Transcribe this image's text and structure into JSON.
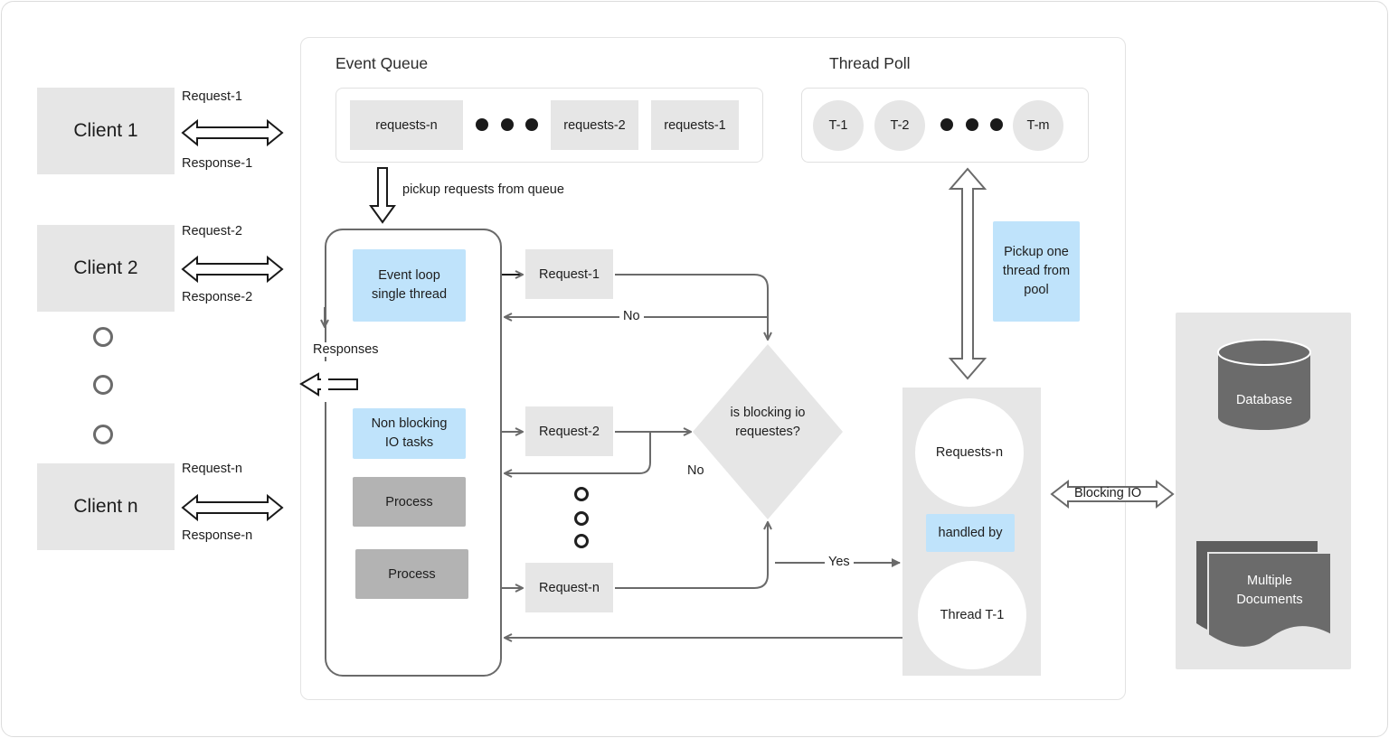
{
  "clients": [
    {
      "label": "Client 1",
      "request": "Request-1",
      "response": "Response-1"
    },
    {
      "label": "Client 2",
      "request": "Request-2",
      "response": "Response-2"
    },
    {
      "label": "Client n",
      "request": "Request-n",
      "response": "Response-n"
    }
  ],
  "event_queue": {
    "title": "Event Queue",
    "items": [
      "requests-n",
      "requests-2",
      "requests-1"
    ]
  },
  "thread_pool": {
    "title": "Thread Poll",
    "threads": [
      "T-1",
      "T-2",
      "T-m"
    ]
  },
  "pickup_label": "pickup requests from queue",
  "responses_label": "Responses",
  "event_loop": {
    "thread_label": "Event loop single thread",
    "non_blocking_label": "Non blocking IO tasks",
    "process_1": "Process",
    "process_2": "Process"
  },
  "requests": [
    "Request-1",
    "Request-2",
    "Request-n"
  ],
  "decision": {
    "question": "is blocking io requestes?",
    "no_label_1": "No",
    "no_label_2": "No",
    "yes_label": "Yes"
  },
  "pickup_thread_label": "Pickup one thread from pool",
  "handler": {
    "request": "Requests-n",
    "handled_by": "handled by",
    "thread": "Thread T-1"
  },
  "blocking_io_label": "Blocking IO",
  "storage": {
    "database": "Database",
    "documents": "Multiple Documents"
  },
  "colors": {
    "gray_box": "#e6e6e6",
    "dark_box": "#b3b3b3",
    "blue_box": "#bfe3fb",
    "storage_shape": "#6b6b6b",
    "line": "#6a6a6a"
  }
}
